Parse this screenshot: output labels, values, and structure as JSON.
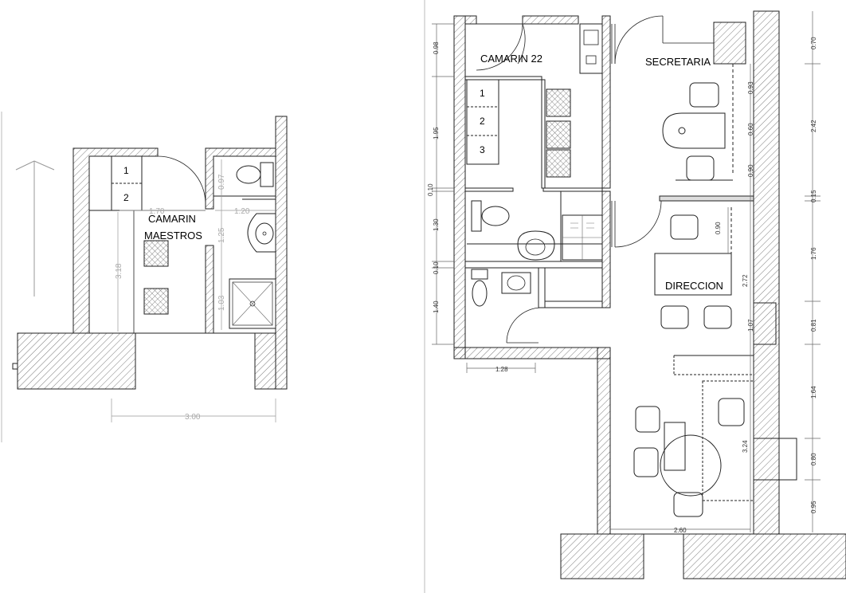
{
  "left_plan": {
    "room_name_line1": "CAMARIN",
    "room_name_line2": "MAESTROS",
    "locker_numbers": [
      "1",
      "2"
    ],
    "dimensions": {
      "d_170": "1.70",
      "d_097": "0.97",
      "d_120": "1.20",
      "d_125": "1.25",
      "d_318": "3.18",
      "d_103": "1.03",
      "d_300": "3.00"
    }
  },
  "right_plan": {
    "room_camarin": "CAMARIN 22",
    "room_secretaria": "SECRETARIA",
    "room_direccion": "DIRECCION",
    "locker_numbers": [
      "1",
      "2",
      "3"
    ],
    "dimensions_left": [
      "0.98",
      "1.95",
      "0.10",
      "1.30",
      "0.10",
      "1.40"
    ],
    "dimension_bottom": "1.28",
    "dimensions_inner": [
      "0.93",
      "0.60",
      "0.90",
      "0.90",
      "2.72",
      "1.07",
      "3.24"
    ],
    "dimensions_right": [
      "0.70",
      "2.42",
      "0.15",
      "1.76",
      "0.81",
      "1.64",
      "0.80",
      "0.95"
    ],
    "dimension_desk": "2.60"
  }
}
